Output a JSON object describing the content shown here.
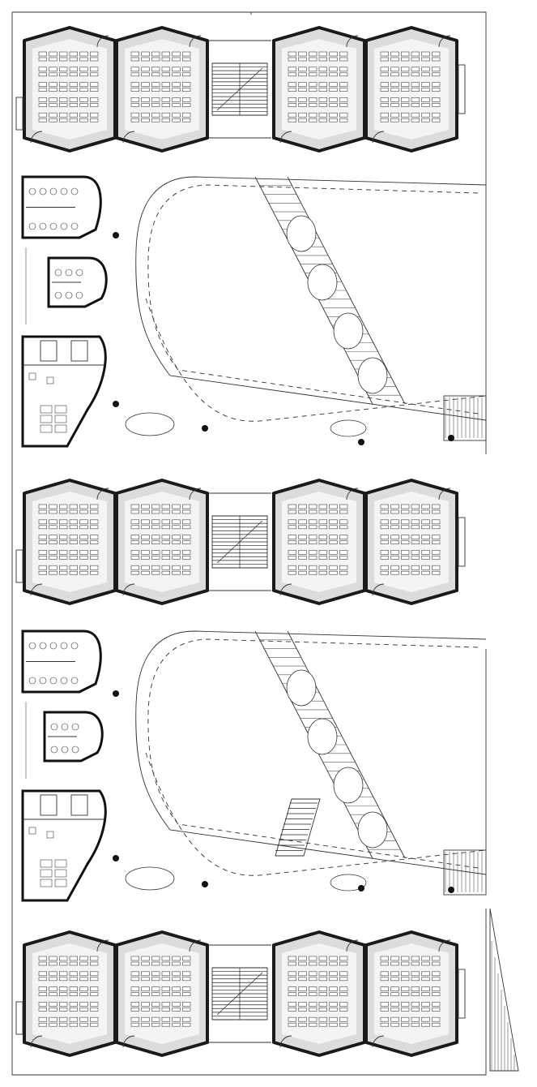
{
  "drawing": {
    "kind": "architectural floor plan",
    "colors": {
      "wall": "#1a1a1a",
      "classroom_fill": "#dcdcdc",
      "background": "#ffffff"
    },
    "classroom_blocks": [
      {
        "id": "block-1",
        "rooms": 4
      },
      {
        "id": "block-2",
        "rooms": 4
      },
      {
        "id": "block-3",
        "rooms": 4
      }
    ],
    "courtyards": [
      {
        "id": "courtyard-1"
      },
      {
        "id": "courtyard-2"
      }
    ],
    "service_cores": [
      {
        "id": "core-1",
        "type": "restroom"
      },
      {
        "id": "core-2",
        "type": "restroom-small"
      },
      {
        "id": "core-3",
        "type": "office"
      },
      {
        "id": "core-4",
        "type": "restroom"
      },
      {
        "id": "core-5",
        "type": "restroom-small"
      },
      {
        "id": "core-6",
        "type": "office"
      }
    ]
  }
}
